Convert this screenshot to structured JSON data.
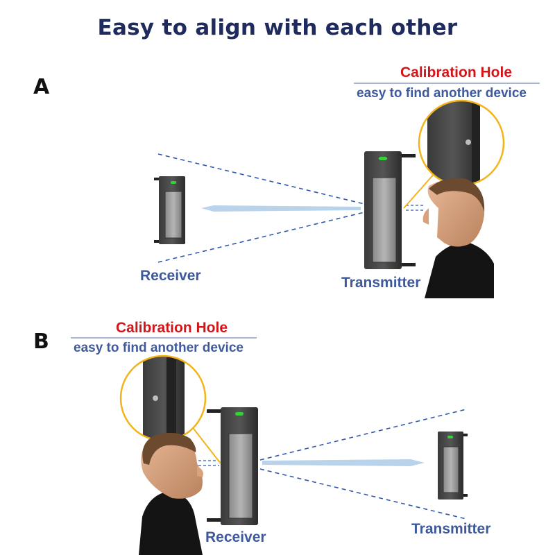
{
  "title": "Easy to align with each other",
  "panels": [
    {
      "letter": "A",
      "callout_title": "Calibration Hole",
      "callout_subtitle": "easy to find another device",
      "left_label": "Receiver",
      "right_label": "Transmitter"
    },
    {
      "letter": "B",
      "callout_title": "Calibration Hole",
      "callout_subtitle": "easy to find another device",
      "left_label": "Receiver",
      "right_label": "Transmitter"
    }
  ],
  "colors": {
    "title": "#1f2a5e",
    "callout_title": "#d0161b",
    "label": "#3e5a9c",
    "beam": "#b8d3ea",
    "dashes": "#2f5aa8",
    "callout_ring": "#f2b418"
  }
}
